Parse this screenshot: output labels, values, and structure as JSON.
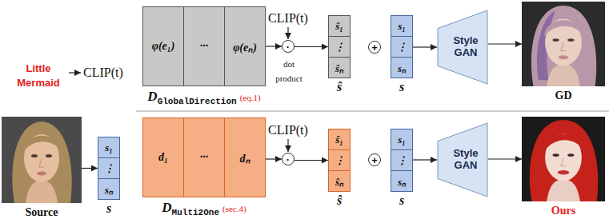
{
  "diagram": {
    "nodes": [
      {
        "text": [
          "D",
          "GlobalDirection",
          "(eq.1)"
        ]
      },
      {
        "text": [
          "φ(e₁)"
        ],
        "in": 0
      },
      {
        "text": [
          "···"
        ],
        "in": 0
      },
      {
        "text": [
          "φ(eₙ)"
        ],
        "in": 0
      },
      {
        "text": [
          "·",
          "dot product"
        ]
      },
      {
        "text": [
          "ŝ"
        ]
      },
      {
        "text": [
          "ŝ₁"
        ],
        "in": 5
      },
      {
        "text": [
          "⋮"
        ],
        "in": 5
      },
      {
        "text": [
          "ŝₙ"
        ],
        "in": 5
      },
      {
        "text": [
          "+"
        ]
      },
      {
        "text": [
          "s"
        ]
      },
      {
        "text": [
          "s₁"
        ],
        "in": 10
      },
      {
        "text": [
          "⋮"
        ],
        "in": 10
      },
      {
        "text": [
          "sₙ"
        ],
        "in": 10
      },
      {
        "text": [
          "Style GAN"
        ]
      },
      {
        "text": [
          "GD"
        ]
      },
      {
        "text": [
          "Source"
        ]
      },
      {
        "text": [
          "s"
        ]
      },
      {
        "text": [
          "s₁"
        ],
        "in": 17
      },
      {
        "text": [
          "⋮"
        ],
        "in": 17
      },
      {
        "text": [
          "sₙ"
        ],
        "in": 17
      },
      {
        "text": [
          "D",
          "Multi2One",
          "(sec.4)"
        ]
      },
      {
        "text": [
          "d₁"
        ],
        "in": 21
      },
      {
        "text": [
          "···"
        ],
        "in": 21
      },
      {
        "text": [
          "dₙ"
        ],
        "in": 21
      },
      {
        "text": [
          "·"
        ]
      },
      {
        "text": [
          "ŝ"
        ]
      },
      {
        "text": [
          "ŝ₁"
        ],
        "in": 26
      },
      {
        "text": [
          "⋮"
        ],
        "in": 26
      },
      {
        "text": [
          "ŝₙ"
        ],
        "in": 26
      },
      {
        "text": [
          "+"
        ]
      },
      {
        "text": [
          "s"
        ]
      },
      {
        "text": [
          "s₁"
        ],
        "in": 31
      },
      {
        "text": [
          "⋮"
        ],
        "in": 31
      },
      {
        "text": [
          "sₙ"
        ],
        "in": 31
      },
      {
        "text": [
          "Style GAN"
        ]
      },
      {
        "text": [
          "Ours"
        ]
      }
    ],
    "edges": [
      {
        "from": 0,
        "to": 4,
        "arrow": "to"
      },
      {
        "from": 4,
        "to": 5,
        "arrow": "to"
      },
      {
        "from": 10,
        "to": 14,
        "arrow": "to"
      },
      {
        "from": 14,
        "to": 15,
        "arrow": "to"
      },
      {
        "from": 16,
        "to": 17,
        "arrow": "to"
      },
      {
        "from": 21,
        "to": 25,
        "arrow": "to"
      },
      {
        "from": 25,
        "to": 26,
        "arrow": "to"
      },
      {
        "from": 31,
        "to": 35,
        "arrow": "to"
      },
      {
        "from": 35,
        "to": 36,
        "arrow": "to"
      }
    ],
    "labels": [
      "Little Mermaid",
      "CLIP(t)",
      "CLIP(t)",
      "CLIP(t)"
    ]
  }
}
